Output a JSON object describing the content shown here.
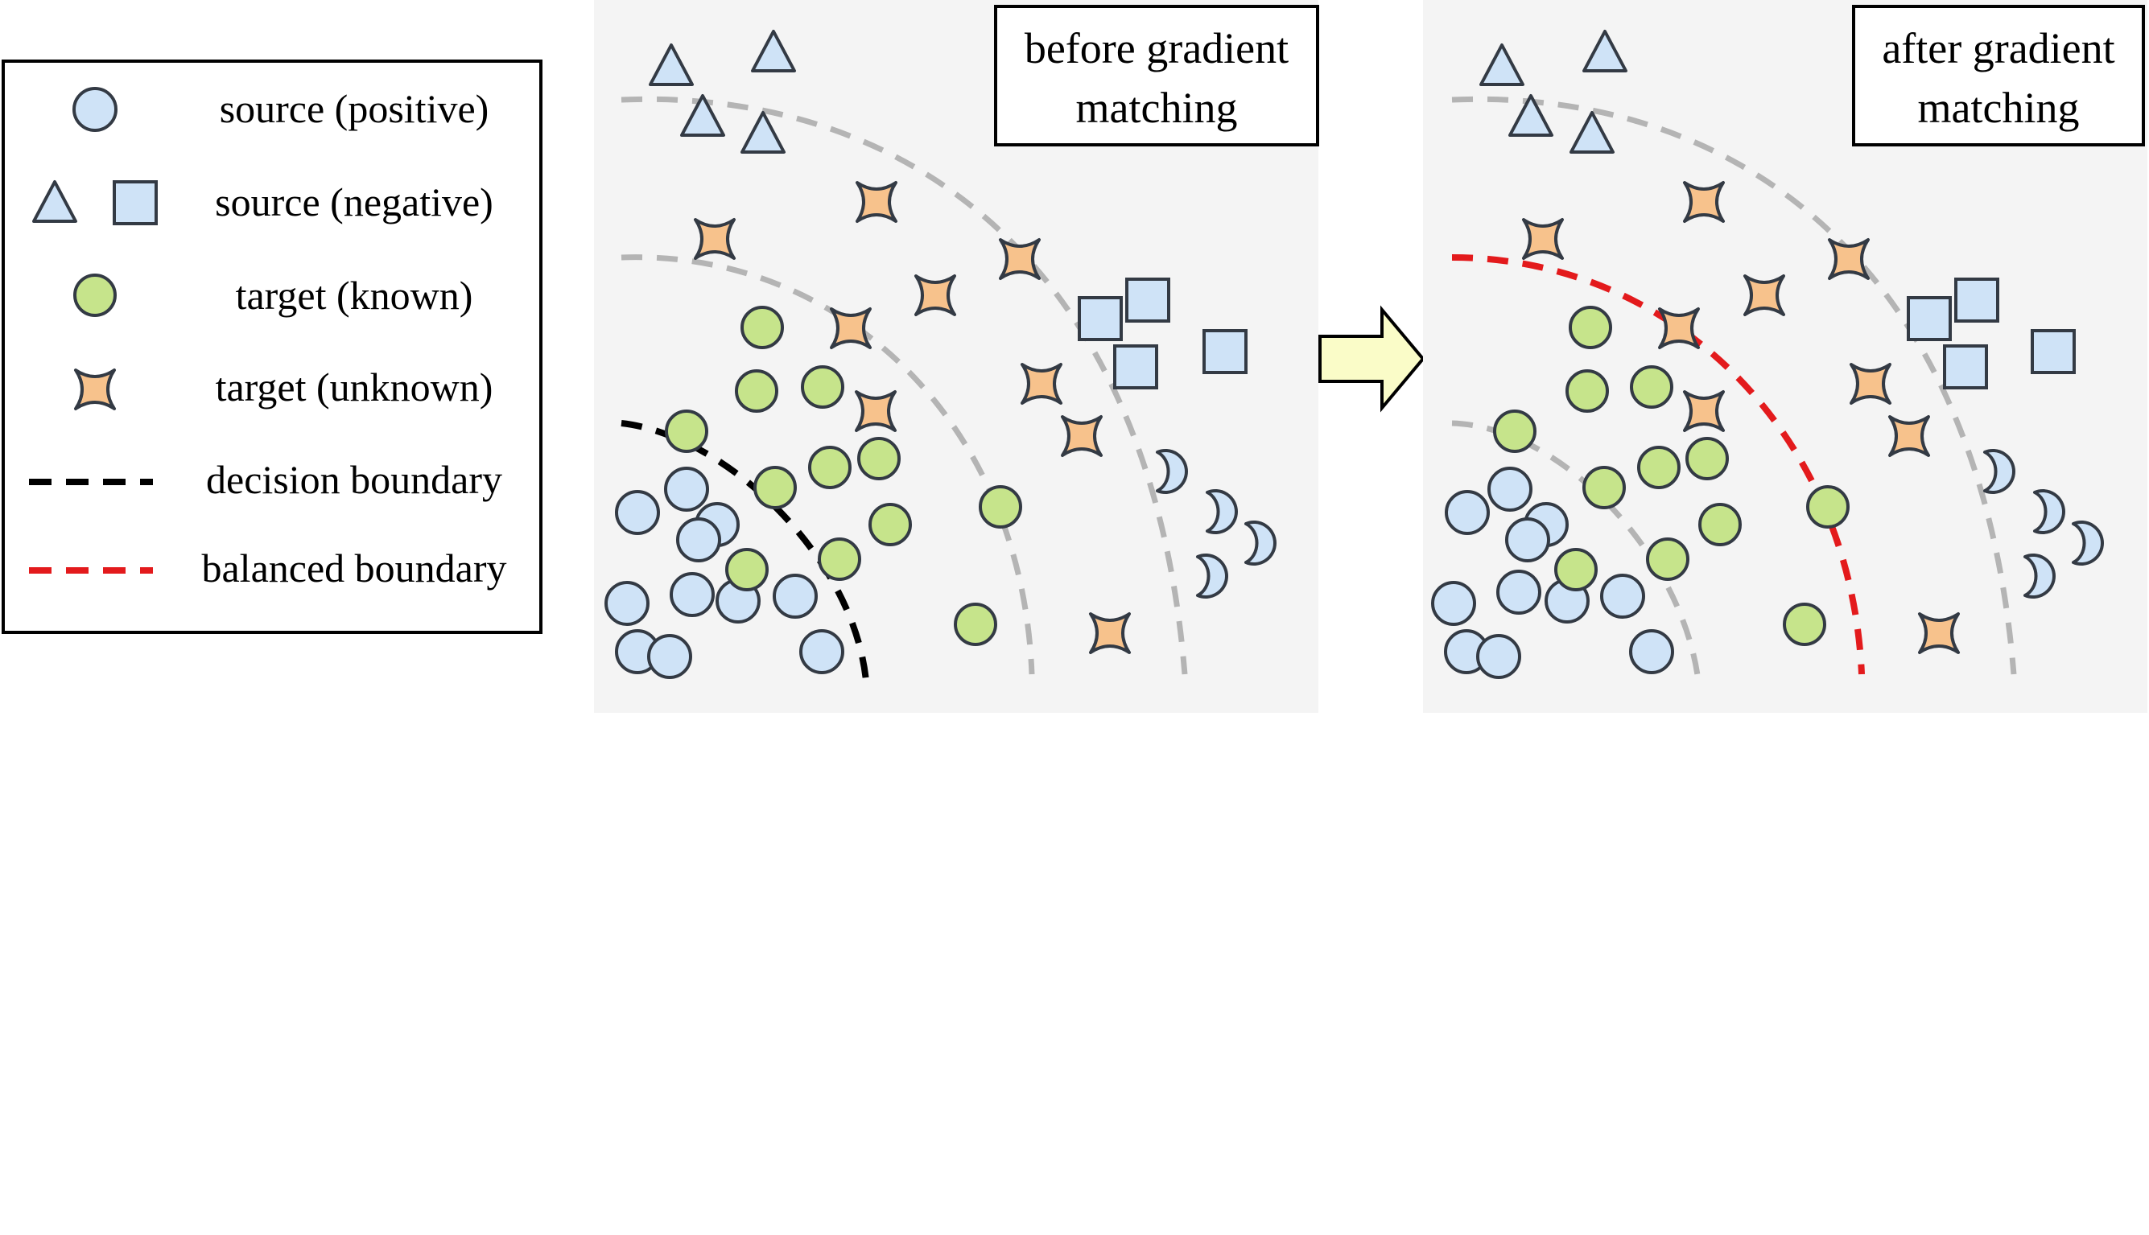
{
  "legend": {
    "items": [
      {
        "symbol": "circle",
        "label": "source (positive)"
      },
      {
        "symbol": "triangle-square",
        "label": "source (negative)"
      },
      {
        "symbol": "green-circle",
        "label": "target (known)"
      },
      {
        "symbol": "star",
        "label": "target (unknown)"
      },
      {
        "symbol": "black-dash",
        "label": "decision boundary"
      },
      {
        "symbol": "red-dash",
        "label": "balanced boundary"
      }
    ]
  },
  "panels": [
    {
      "title_line1": "before gradient",
      "title_line2": "matching"
    },
    {
      "title_line1": "after gradient",
      "title_line2": "matching"
    }
  ],
  "colors": {
    "source_fill": "#cfe3f7",
    "target_known_fill": "#c6e48b",
    "target_unknown_fill": "#f7c28c",
    "outline": "#333a44",
    "panel_bg": "#f4f4f4",
    "guide_dash": "#b4b4b4",
    "decision_dash": "#000000",
    "balanced_dash": "#e31a1c",
    "arrow_fill": "#fafcc8"
  },
  "icons": [
    "circle-icon",
    "triangle-icon",
    "square-icon",
    "star-icon",
    "crescent-icon",
    "arrow-right-icon"
  ]
}
